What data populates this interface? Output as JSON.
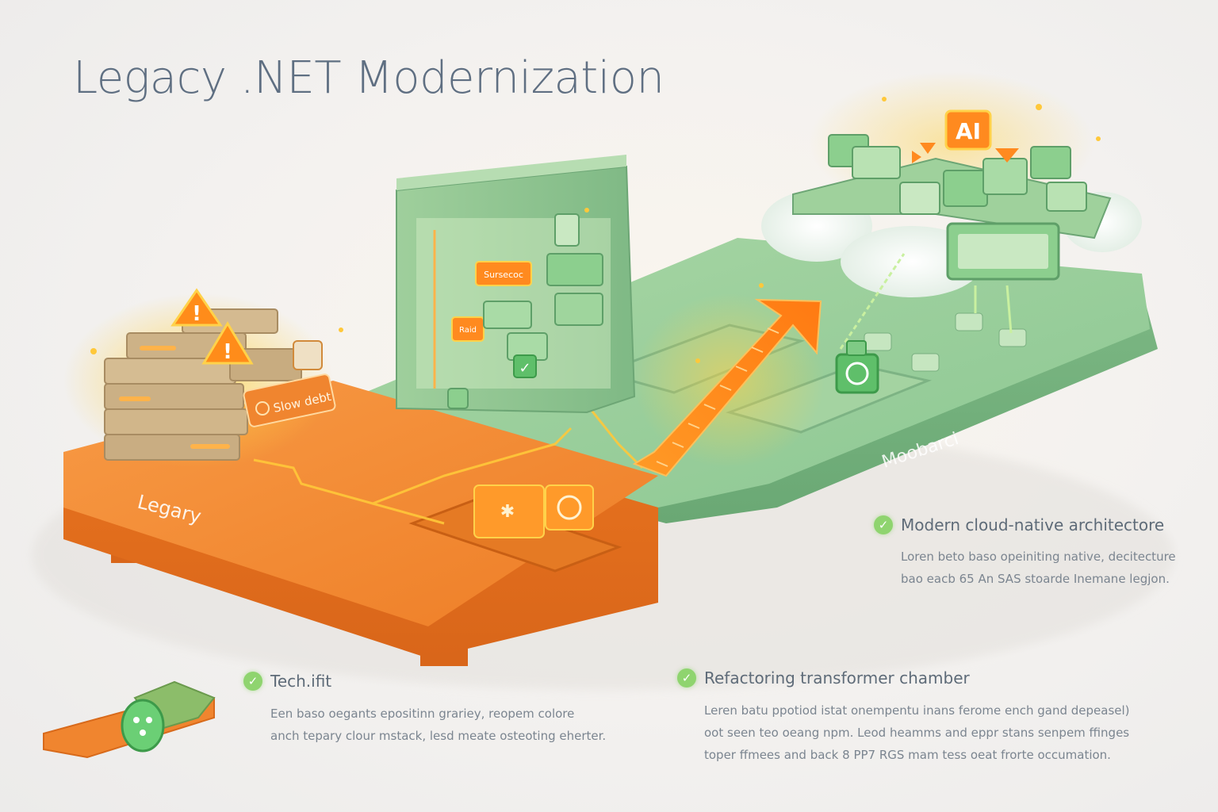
{
  "title": "Legacy .NET Modernization",
  "colors": {
    "legacy_orange": "#f0852f",
    "modern_green": "#8cc793",
    "glow_yellow": "#ffd24a",
    "title_gray": "#5f6f82",
    "check_green": "#8fd46f"
  },
  "diagram": {
    "platform_legacy_label": "Legary",
    "platform_modern_label": "Moobarci",
    "legacy_tag": "Slow debt",
    "screen_tags": [
      "Sursecoc",
      "Raid"
    ],
    "cloud_badge": "AI",
    "icons": [
      "warning-icon",
      "warning-icon-2",
      "check-icon",
      "ai-chip-icon",
      "transformation-arrow-icon",
      "leaf-app-icon"
    ]
  },
  "items": [
    {
      "heading": "Modern cloud-native architectore",
      "lines": [
        "Loren beto baso opeiniting native, decitecture",
        "bao eacb 65 An SAS stoarde Inemane legjon."
      ]
    },
    {
      "heading": "Tech.ifit",
      "lines": [
        "Een baso oegants epositinn grariey, reopem colore",
        "anch tepary clour mstack, lesd meate osteoting eherter."
      ]
    },
    {
      "heading": "Refactoring transformer chamber",
      "lines": [
        "Leren batu ppotiod istat onempentu inans ferome ench gand depeasel)",
        "oot seen teo oeang npm. Leod heamms and eppr stans senpem ffinges",
        "toper ffmees and back 8 PP7 RGS mam tess oeat frorte occumation."
      ]
    }
  ]
}
